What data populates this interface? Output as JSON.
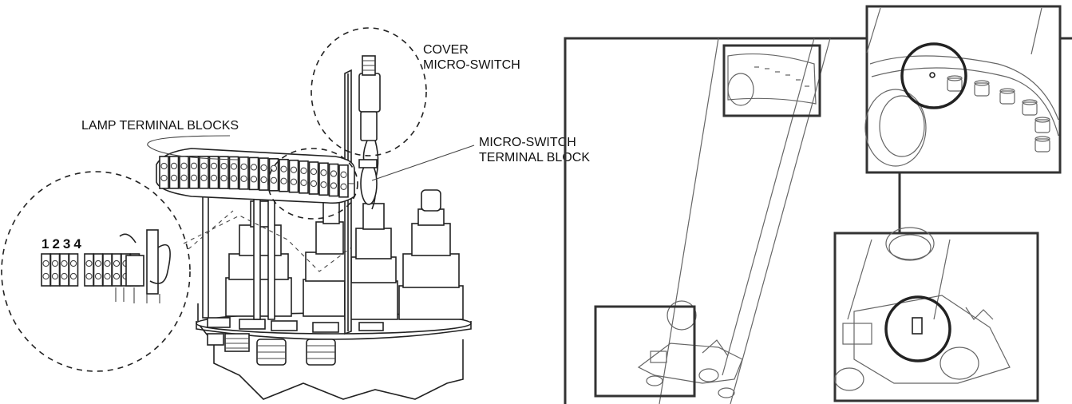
{
  "labels": {
    "cover_line1": "COVER",
    "cover_line2": "MICRO-SWITCH",
    "lamp_terminal_blocks": "LAMP TERMINAL BLOCKS",
    "micro_switch_line1": "MICRO-SWITCH",
    "micro_switch_line2": "TERMINAL BLOCK",
    "terminal_numbers": "1234"
  }
}
